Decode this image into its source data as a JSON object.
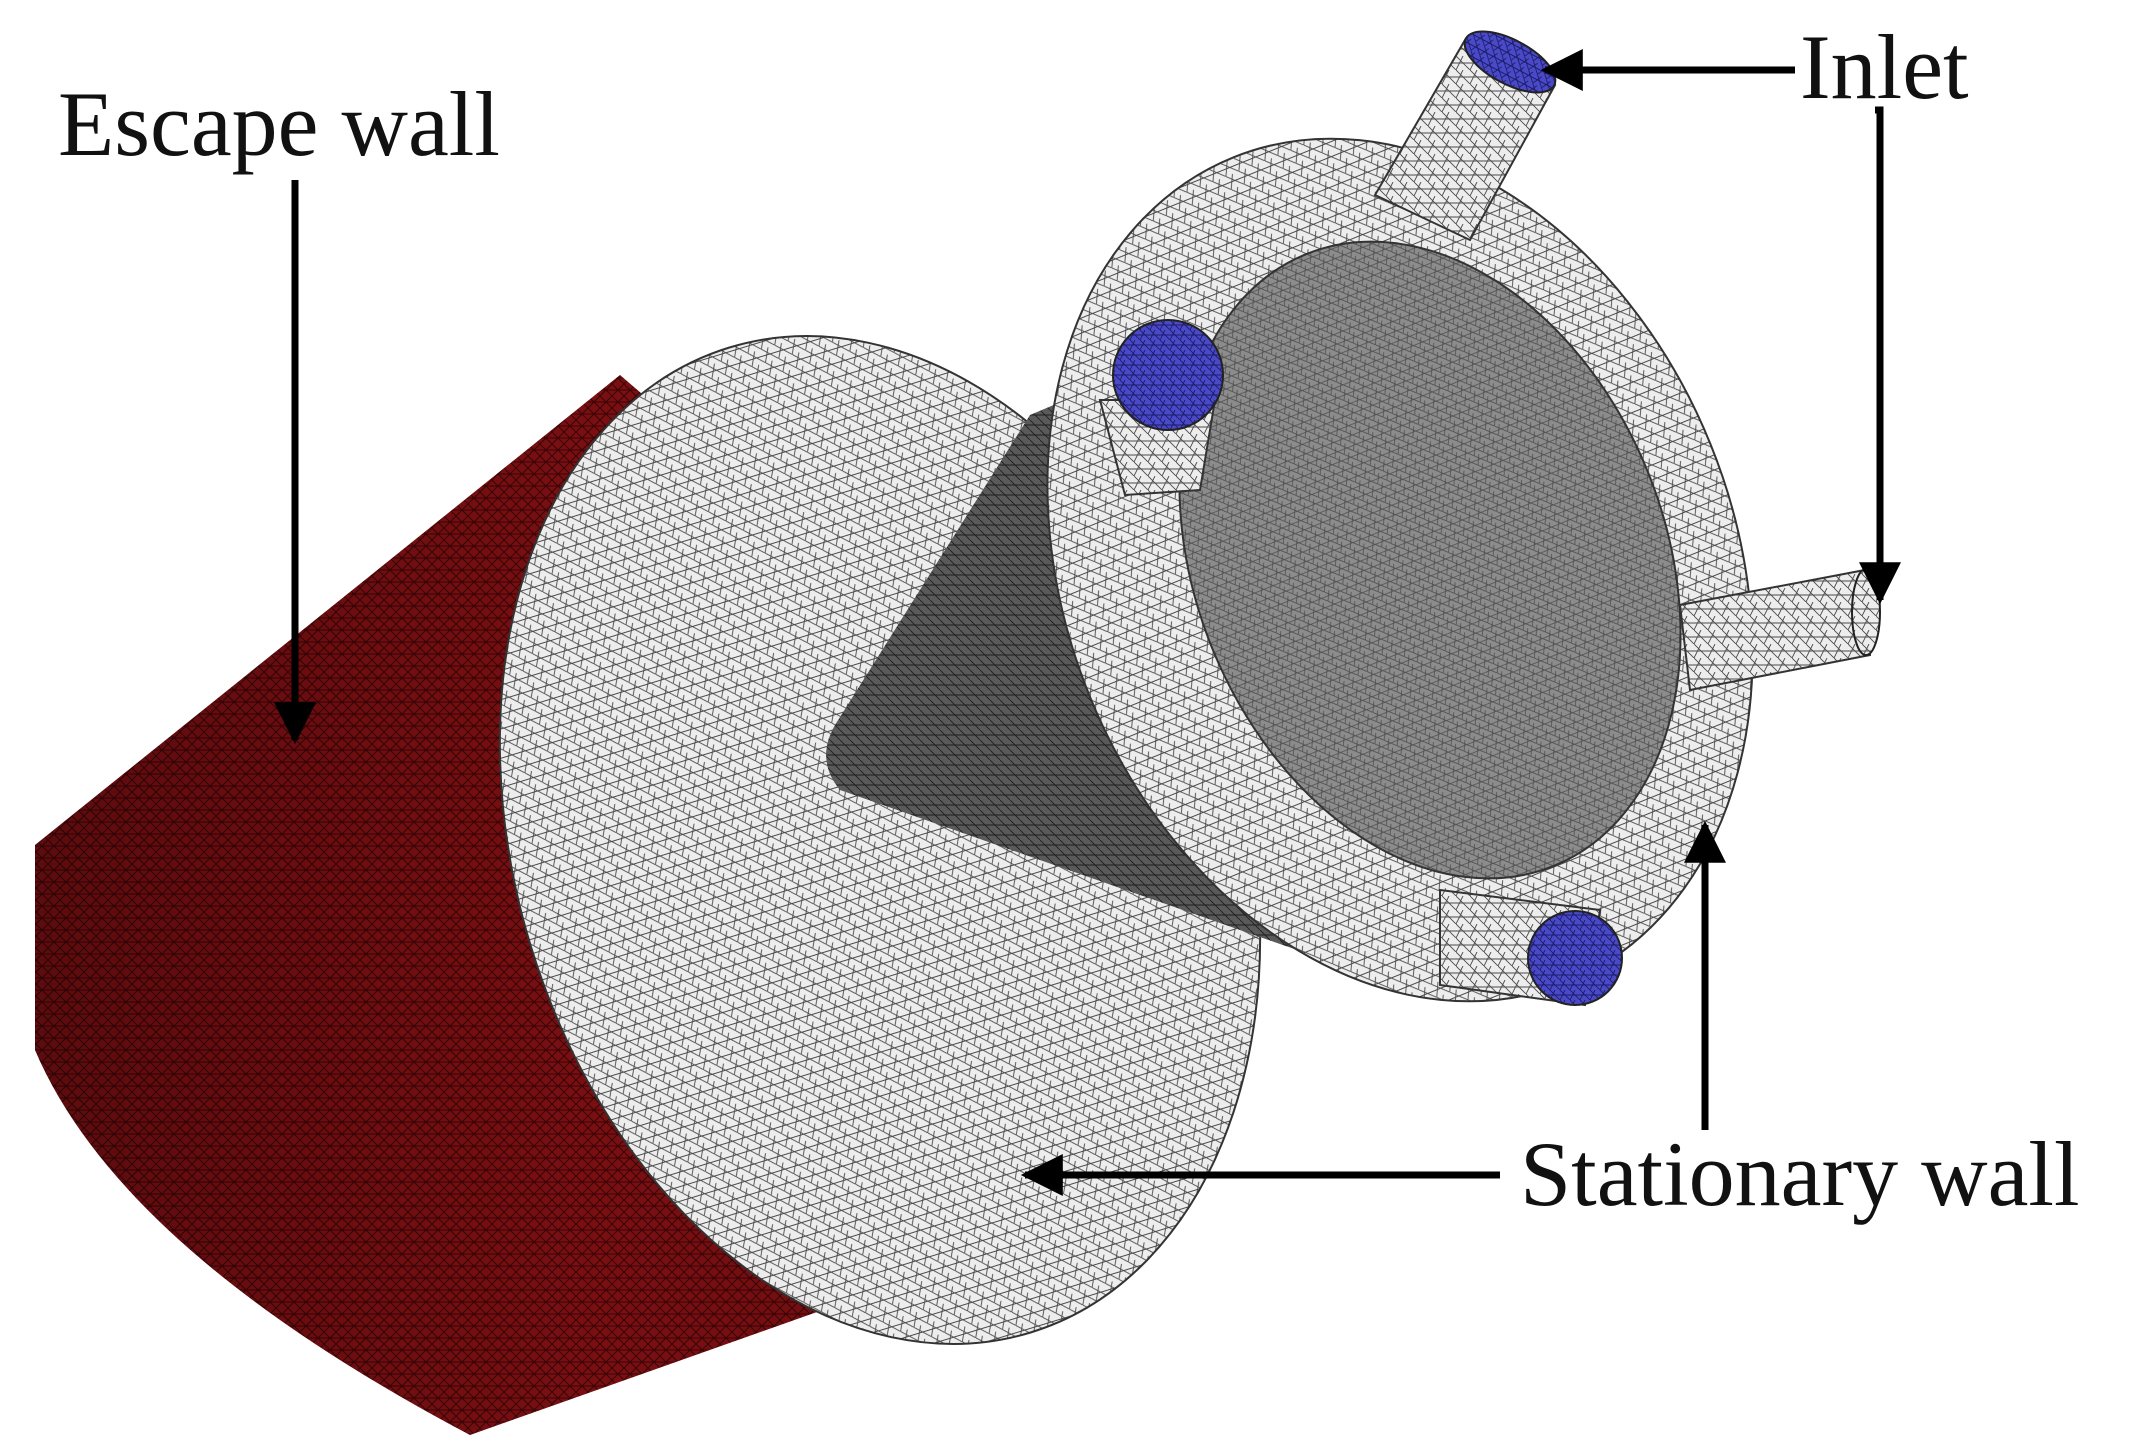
{
  "figure": {
    "labels": {
      "escape_wall": "Escape wall",
      "inlet": "Inlet",
      "stationary_wall": "Stationary wall"
    },
    "colors": {
      "escape_wall_mesh": "#7a0f12",
      "stationary_wall_mesh": "#e8e8e8",
      "inlet_face": "#4a4ac8",
      "cone_mesh": "#5a5a5a",
      "inner_floor": "#8c8c8c",
      "arrow": "#000000",
      "background": "#ffffff"
    }
  }
}
